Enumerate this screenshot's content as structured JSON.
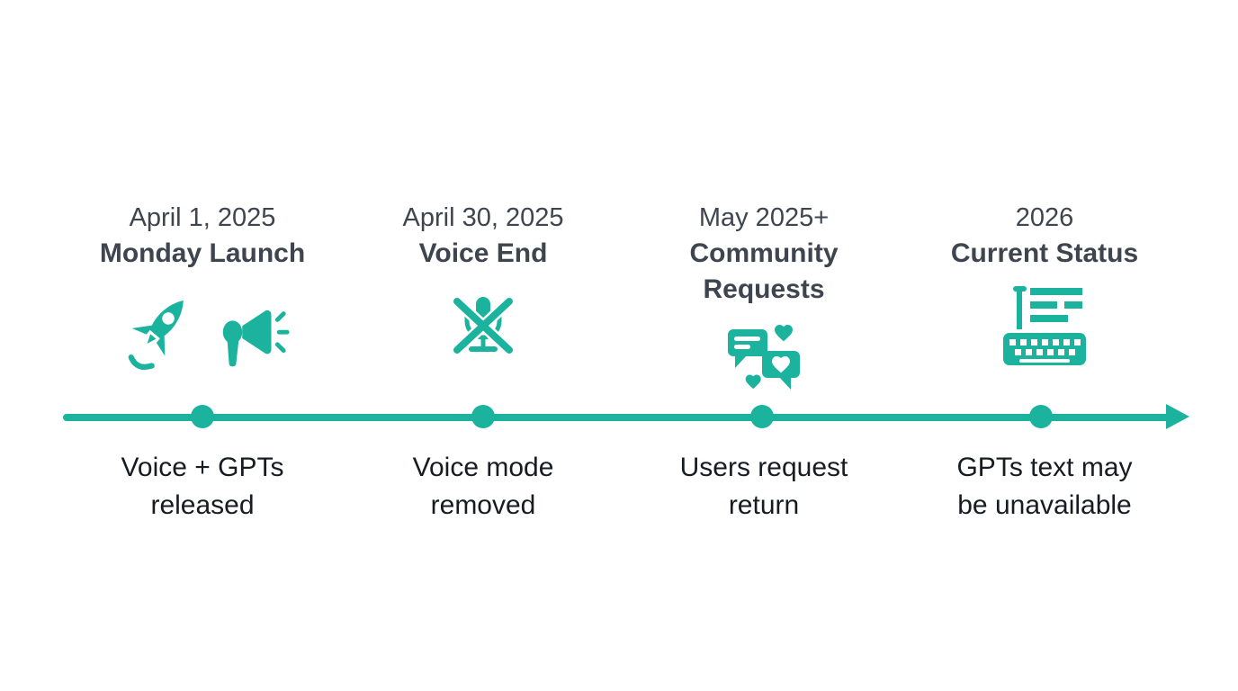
{
  "theme": {
    "accent": "#1bb39e",
    "heading-color": "#3e454e",
    "caption-color": "#171c22",
    "background": "#ffffff"
  },
  "timeline": {
    "milestones": [
      {
        "date": "April 1, 2025",
        "title_lines": [
          "Monday Launch"
        ],
        "icons": [
          "rocket-icon",
          "megaphone-icon"
        ],
        "label_lines": [
          "Voice + GPTs",
          "released"
        ]
      },
      {
        "date": "April 30, 2025",
        "title_lines": [
          "Voice End"
        ],
        "icons": [
          "microphone-muted-icon"
        ],
        "label_lines": [
          "Voice mode",
          "removed"
        ]
      },
      {
        "date": "May 2025+",
        "title_lines": [
          "Community",
          "Requests"
        ],
        "icons": [
          "chat-hearts-icon"
        ],
        "label_lines": [
          "Users request",
          "return"
        ]
      },
      {
        "date": "2026",
        "title_lines": [
          "Current Status"
        ],
        "icons": [
          "typewriter-icon"
        ],
        "label_lines": [
          "GPTs text may",
          "be unavailable"
        ]
      }
    ]
  }
}
